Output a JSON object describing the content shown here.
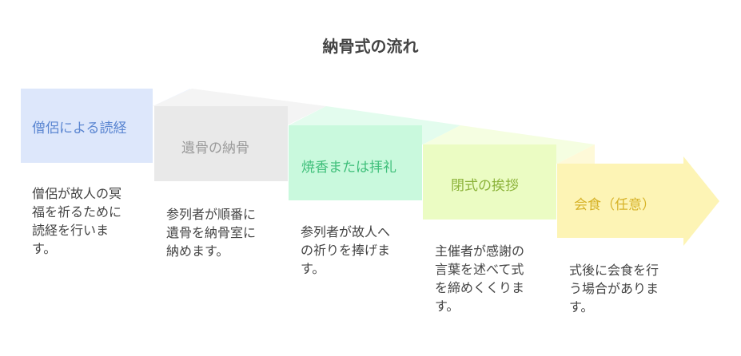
{
  "title": "納骨式の流れ",
  "steps": [
    {
      "label": "僧侶による読経",
      "description": "僧侶が故人の冥\n福を祈るために\n読経を行いま\nす。",
      "fill": "#dde7fb",
      "fold": "#eef3fd",
      "text_color": "#5b86d1"
    },
    {
      "label": "遺骨の納骨",
      "description": "参列者が順番に\n遺骨を納骨室に\n納めます。",
      "fill": "#e9e9e9",
      "fold": "#f4f4f4",
      "text_color": "#9a9a9a"
    },
    {
      "label": "焼香または拝礼",
      "description": "参列者が故人へ\nの祈りを捧げま\nす。",
      "fill": "#c9f9dd",
      "fold": "#e3fcee",
      "text_color": "#3fbf7a"
    },
    {
      "label": "閉式の挨拶",
      "description": "主催者が感謝の\n言葉を述べて式\nを締めくくりま\nす。",
      "fill": "#ebfcc3",
      "fold": "#f5fee1",
      "text_color": "#8cb33a"
    },
    {
      "label": "会食（任意）",
      "description": "式後に会食を行\nう場合がありま\nす。",
      "fill": "#fdf4b5",
      "fold": "#fef9d8",
      "text_color": "#d7b32a"
    }
  ]
}
